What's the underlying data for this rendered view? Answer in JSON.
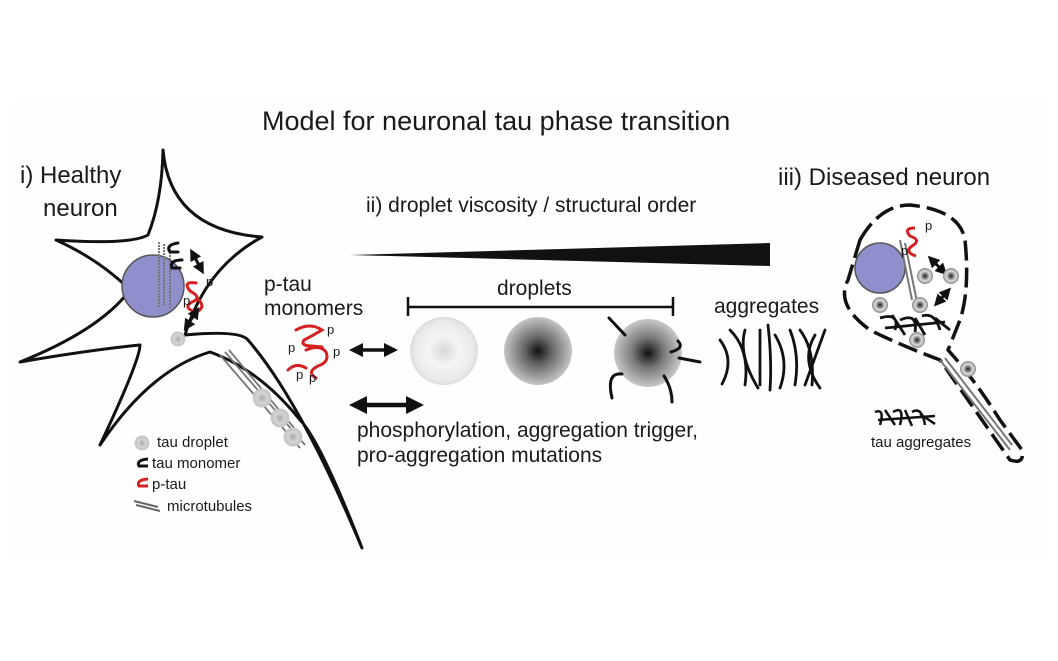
{
  "title": "Model for neuronal tau phase transition",
  "stages": {
    "healthy": {
      "label_line1": "i) Healthy",
      "label_line2": "neuron"
    },
    "transition": {
      "label": "ii) droplet viscosity / structural order"
    },
    "diseased": {
      "label": "iii) Diseased neuron"
    }
  },
  "middle": {
    "ptau_line1": "p-tau",
    "ptau_line2": "monomers",
    "droplets_label": "droplets",
    "aggregates_label": "aggregates",
    "trigger_line1": "phosphorylation, aggregation trigger,",
    "trigger_line2": "pro-aggregation mutations",
    "phospho_mark": "p"
  },
  "legend": {
    "items": [
      {
        "icon": "tau-droplet-icon",
        "label": "tau droplet"
      },
      {
        "icon": "tau-monomer-icon",
        "label": "tau monomer"
      },
      {
        "icon": "p-tau-icon",
        "label": "p-tau"
      },
      {
        "icon": "microtubules-icon",
        "label": "microtubules"
      }
    ]
  },
  "diseased_caption": "tau aggregates",
  "colors": {
    "nucleus": "#8f8fcc",
    "p_tau": "#d42020",
    "outline": "#111111",
    "droplet": "#c8c8c8",
    "microtubule": "#777777"
  }
}
